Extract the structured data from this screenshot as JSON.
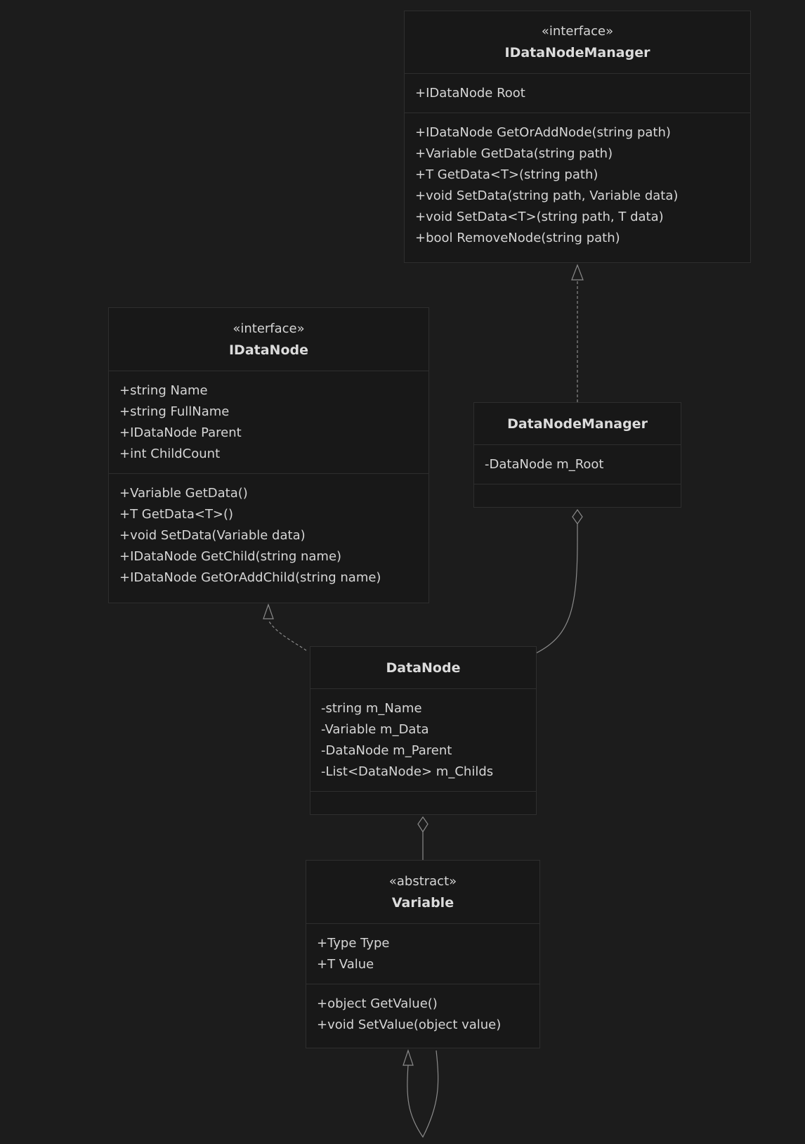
{
  "classes": {
    "idatanodemanager": {
      "stereotype": "«interface»",
      "name": "IDataNodeManager",
      "attributes": [
        "+IDataNode Root"
      ],
      "methods": [
        "+IDataNode GetOrAddNode(string path)",
        "+Variable GetData(string path)",
        "+T GetData<T>(string path)",
        "+void SetData(string path, Variable data)",
        "+void SetData<T>(string path, T data)",
        "+bool RemoveNode(string path)"
      ]
    },
    "idatanode": {
      "stereotype": "«interface»",
      "name": "IDataNode",
      "attributes": [
        "+string Name",
        "+string FullName",
        "+IDataNode Parent",
        "+int ChildCount"
      ],
      "methods": [
        "+Variable GetData()",
        "+T GetData<T>()",
        "+void SetData(Variable data)",
        "+IDataNode GetChild(string name)",
        "+IDataNode GetOrAddChild(string name)"
      ]
    },
    "datanodemanager": {
      "name": "DataNodeManager",
      "attributes": [
        "-DataNode m_Root"
      ],
      "methods": []
    },
    "datanode": {
      "name": "DataNode",
      "attributes": [
        "-string m_Name",
        "-Variable m_Data",
        "-DataNode m_Parent",
        "-List<DataNode> m_Childs"
      ],
      "methods": []
    },
    "variable": {
      "stereotype": "«abstract»",
      "name": "Variable",
      "attributes": [
        "+Type Type",
        "+T Value"
      ],
      "methods": [
        "+object GetValue()",
        "+void SetValue(object value)"
      ]
    }
  },
  "relations": [
    {
      "from": "DataNodeManager",
      "to": "IDataNodeManager",
      "type": "realization"
    },
    {
      "from": "DataNode",
      "to": "IDataNode",
      "type": "realization"
    },
    {
      "from": "DataNodeManager",
      "to": "DataNode",
      "type": "aggregation"
    },
    {
      "from": "DataNode",
      "to": "Variable",
      "type": "aggregation"
    },
    {
      "from": "Variable",
      "to": "Variable",
      "type": "inheritance"
    }
  ],
  "colors": {
    "background": "#1c1c1c",
    "box_fill": "#181818",
    "border": "#2e2e2e",
    "text": "#d6d6d6",
    "line": "#8a8a8a"
  }
}
